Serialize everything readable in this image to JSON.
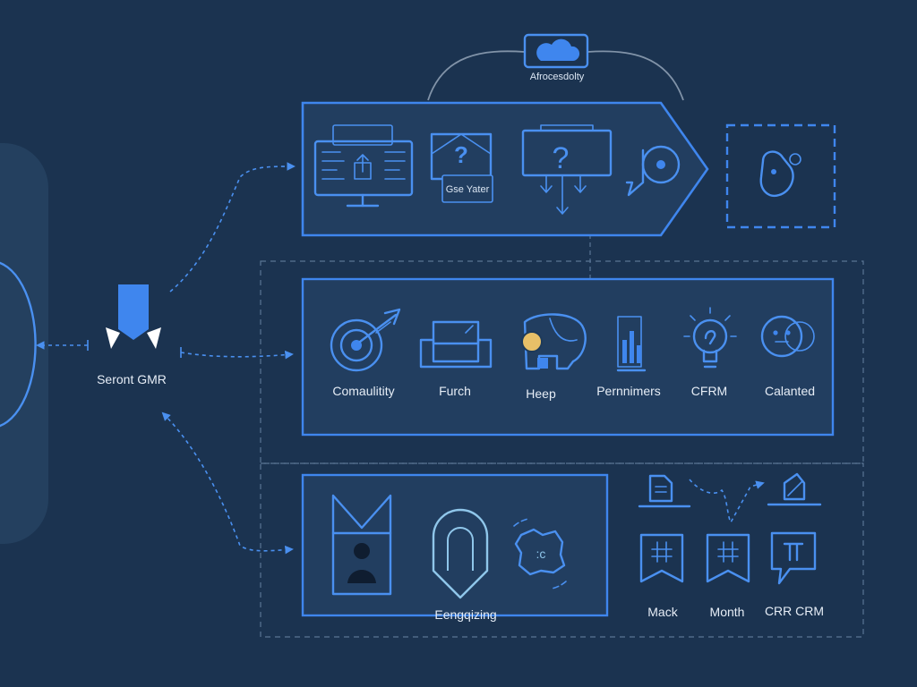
{
  "cloud_label": "Afrocesdolty",
  "left_node_label": "Seront GMR",
  "panel_top": {
    "badge_text": "Gse Yater"
  },
  "panel_middle": {
    "items": [
      {
        "label": "Comaulitity",
        "icon": "target-arrow-icon"
      },
      {
        "label": "Furch",
        "icon": "sofa-icon"
      },
      {
        "label": "Heep",
        "icon": "elephant-icon"
      },
      {
        "label": "Pernnimers",
        "icon": "bar-chart-icon"
      },
      {
        "label": "CFRM",
        "icon": "lightbulb-icon"
      },
      {
        "label": "Calanted",
        "icon": "face-bubble-icon"
      }
    ]
  },
  "panel_bottom": {
    "label": "Eengqizing"
  },
  "bottom_right": {
    "items": [
      {
        "label": "Mack",
        "icon": "bookmark-icon"
      },
      {
        "label": "Month",
        "icon": "bookmark-icon"
      },
      {
        "label": "CRR CRM",
        "icon": "speech-bubble-icon"
      }
    ]
  },
  "colors": {
    "background": "#1b3350",
    "accent": "#4a90f0",
    "panel_fill": "#223e60",
    "text": "#e6edf6"
  }
}
